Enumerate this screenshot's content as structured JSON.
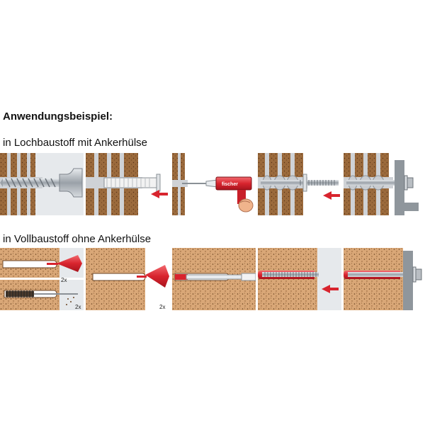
{
  "heading": "Anwendungsbeispiel:",
  "section1": {
    "label": "in Lochbaustoff mit Ankerhülse"
  },
  "section2": {
    "label": "in Vollbaustoff ohne Ankerhülse"
  },
  "row2_labels": {
    "panel1_a": "2x",
    "panel1_b": "2x",
    "panel2": "2x"
  },
  "cartridge_brand": "fischer",
  "colors": {
    "brick": "#9b6a3c",
    "brick_dot": "#5a3518",
    "concrete": "#d9a777",
    "concrete_dot": "#6b4524",
    "void": "#cfd2d6",
    "wall_bg": "#e6e9ec",
    "red": "#d8242e",
    "steel": "#b9bec3"
  }
}
